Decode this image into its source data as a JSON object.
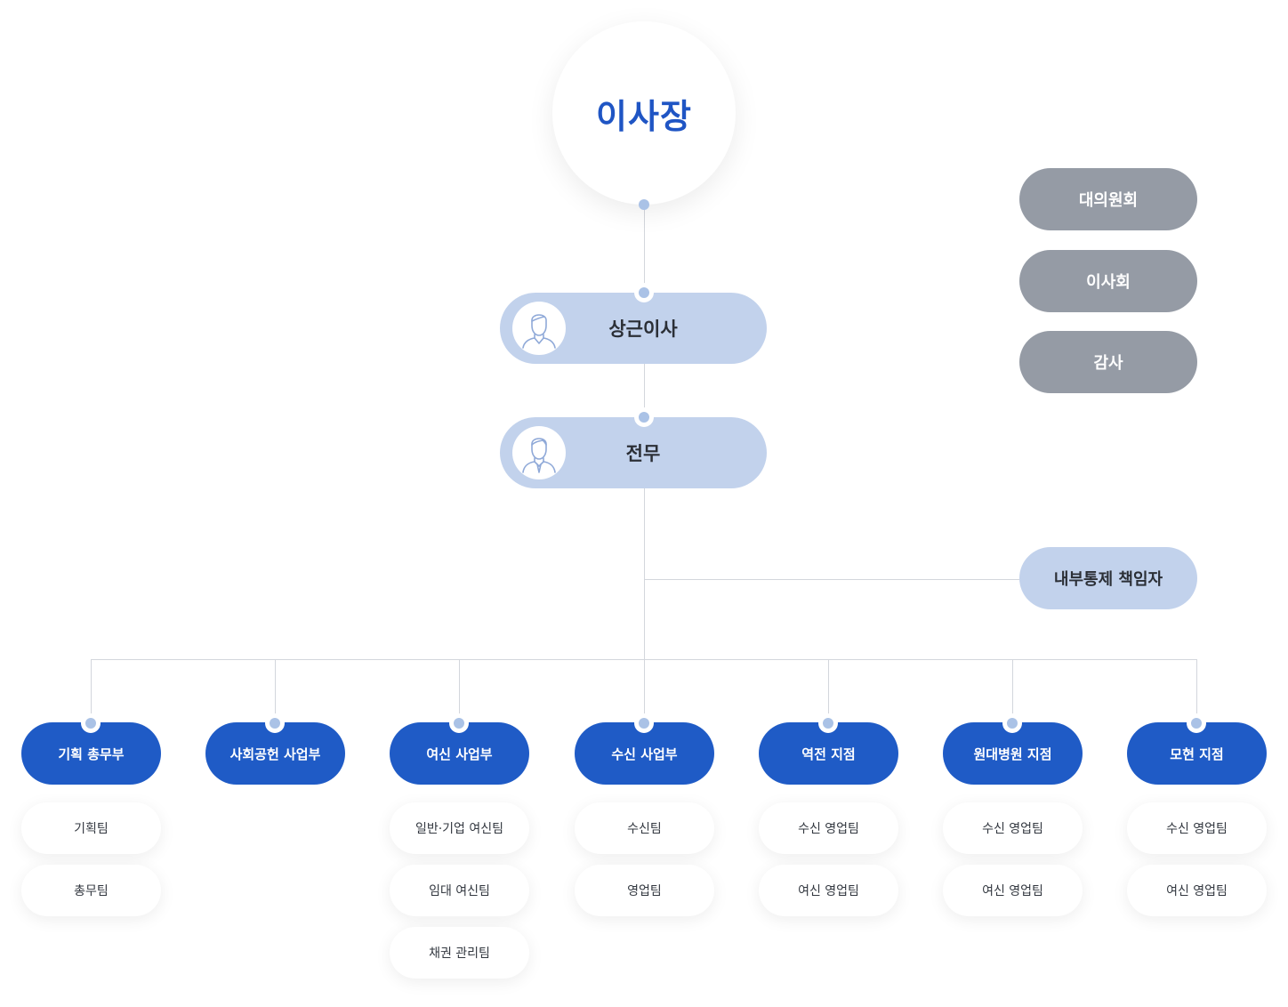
{
  "chairman": {
    "label": "이사장"
  },
  "executives": [
    {
      "label": "상근이사",
      "icon": "person-icon"
    },
    {
      "label": "전무",
      "icon": "person-tie-icon"
    }
  ],
  "boards": [
    {
      "label": "대의원회"
    },
    {
      "label": "이사회"
    },
    {
      "label": "감사"
    }
  ],
  "internal_control": {
    "label": "내부통제 책임자"
  },
  "departments": [
    {
      "label": "기획 총무부",
      "teams": [
        "기획팀",
        "총무팀"
      ]
    },
    {
      "label": "사회공헌 사업부",
      "teams": []
    },
    {
      "label": "여신 사업부",
      "teams": [
        "일반·기업 여신팀",
        "임대 여신팀",
        "채권 관리팀"
      ]
    },
    {
      "label": "수신 사업부",
      "teams": [
        "수신팀",
        "영업팀"
      ]
    },
    {
      "label": "역전 지점",
      "teams": [
        "수신 영업팀",
        "여신 영업팀"
      ]
    },
    {
      "label": "원대병원 지점",
      "teams": [
        "수신 영업팀",
        "여신 영업팀"
      ]
    },
    {
      "label": "모현 지점",
      "teams": [
        "수신 영업팀",
        "여신 영업팀"
      ]
    }
  ],
  "colors": {
    "primary": "#1f5bc6",
    "chairman_text": "#1f55c4",
    "exec_fill": "#c2d2ec",
    "board_fill": "#959ba5",
    "connector": "#d3d6dc",
    "dot": "#aac2e6"
  }
}
